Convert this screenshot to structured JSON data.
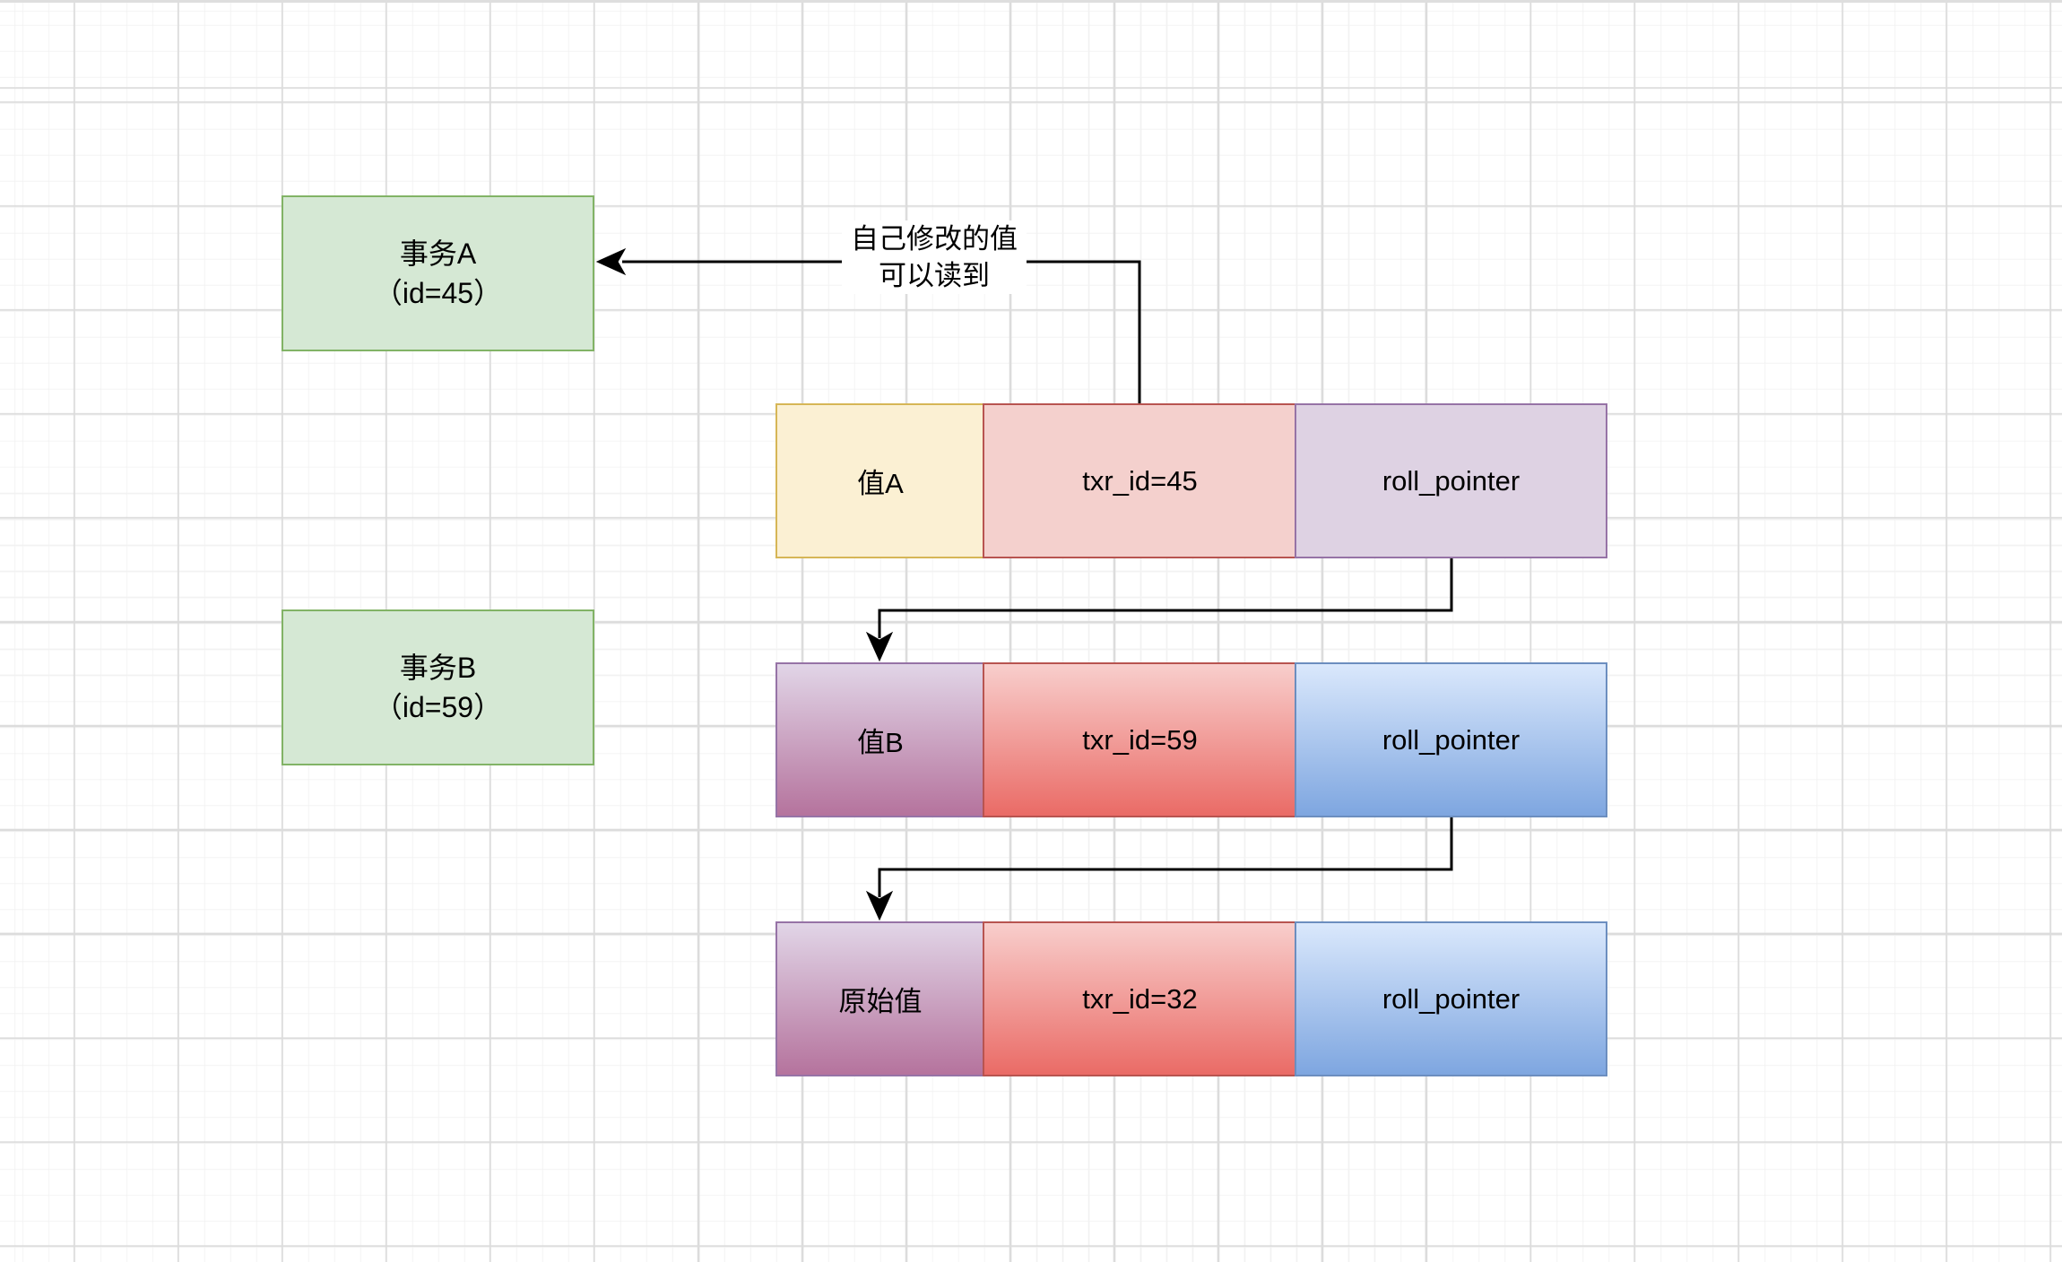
{
  "diagram": {
    "transactions": [
      {
        "name": "事务A",
        "id": "（id=45）"
      },
      {
        "name": "事务B",
        "id": "（id=59）"
      }
    ],
    "annotation": {
      "line1": "自己修改的值",
      "line2": "可以读到"
    },
    "version_chain": [
      {
        "value": "值A",
        "txr_id": "txr_id=45",
        "roll_pointer": "roll_pointer"
      },
      {
        "value": "值B",
        "txr_id": "txr_id=59",
        "roll_pointer": "roll_pointer"
      },
      {
        "value": "原始值",
        "txr_id": "txr_id=32",
        "roll_pointer": "roll_pointer"
      }
    ],
    "colors": {
      "transaction_fill": "#d5e8d4",
      "transaction_stroke": "#82b366",
      "value_a_fill": "#fbf0d3",
      "value_a_stroke": "#d6b656",
      "txr_flat_fill": "#f4d0cd",
      "txr_stroke": "#b85450",
      "roll_flat_fill": "#ded2e3",
      "roll_flat_stroke": "#9673a6",
      "value_gradient_top": "#e1d5e7",
      "value_gradient_bottom": "#b5739d",
      "txr_gradient_top": "#f8cecc",
      "txr_gradient_bottom": "#ea6b66",
      "roll_gradient_top": "#dae8fc",
      "roll_gradient_bottom": "#7ea6e0",
      "roll_gradient_stroke": "#6c8ebf",
      "connector": "#000000",
      "grid_minor": "#f2f2f2",
      "grid_major": "#dcdcdc",
      "background": "#ffffff"
    }
  }
}
